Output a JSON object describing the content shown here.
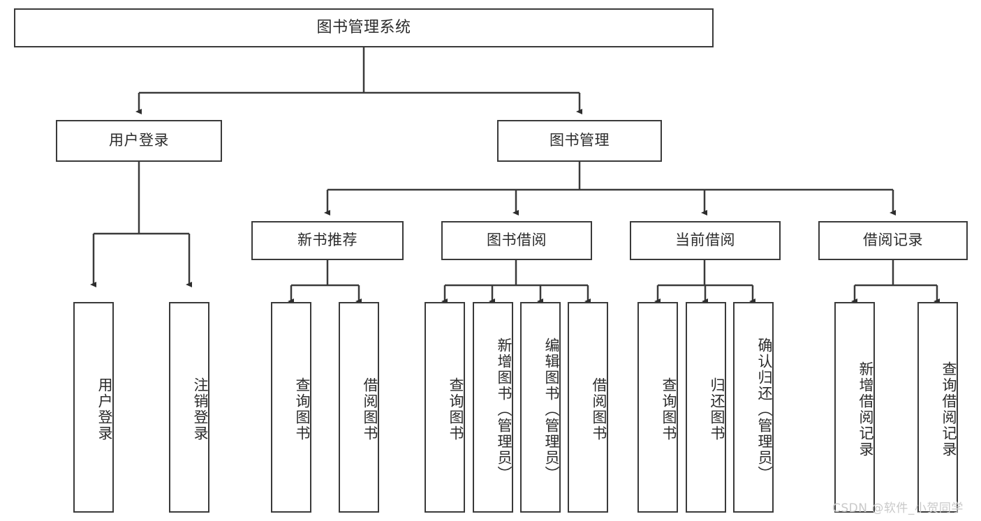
{
  "diagram": {
    "title_node": {
      "label": "图书管理系统"
    },
    "level1": [
      {
        "id": "user-login",
        "label": "用户登录"
      },
      {
        "id": "book-management",
        "label": "图书管理"
      }
    ],
    "level2": [
      {
        "id": "new-book-recommend",
        "label": "新书推荐"
      },
      {
        "id": "book-borrow",
        "label": "图书借阅"
      },
      {
        "id": "current-borrow",
        "label": "当前借阅"
      },
      {
        "id": "borrow-record",
        "label": "借阅记录"
      }
    ],
    "leaves": {
      "user_login": [
        {
          "id": "leaf-user-login",
          "label": "用户登录"
        },
        {
          "id": "leaf-logout-login",
          "label": "注销登录"
        }
      ],
      "new_book_recommend": [
        {
          "id": "leaf-query-book-1",
          "label": "查询图书"
        },
        {
          "id": "leaf-borrow-book-1",
          "label": "借阅图书"
        }
      ],
      "book_borrow": [
        {
          "id": "leaf-query-book-2",
          "label": "查询图书"
        },
        {
          "id": "leaf-add-book-admin",
          "label": "新增图书（管理员）"
        },
        {
          "id": "leaf-edit-book-admin",
          "label": "编辑图书（管理员）"
        },
        {
          "id": "leaf-borrow-book-2",
          "label": "借阅图书"
        }
      ],
      "current_borrow": [
        {
          "id": "leaf-query-book-3",
          "label": "查询图书"
        },
        {
          "id": "leaf-return-book",
          "label": "归还图书"
        },
        {
          "id": "leaf-confirm-return-admin",
          "label": "确认归还（管理员）"
        }
      ],
      "borrow_record": [
        {
          "id": "leaf-add-borrow-record",
          "label": "新增借阅记录"
        },
        {
          "id": "leaf-query-borrow-record",
          "label": "查询借阅记录"
        }
      ]
    },
    "watermark": {
      "text": "CSDN @软件_小贺同学"
    },
    "colors": {
      "stroke": "#3a3a3a",
      "text": "#2b2b2b",
      "background": "#ffffff",
      "watermark": "#c9c9c9"
    }
  }
}
